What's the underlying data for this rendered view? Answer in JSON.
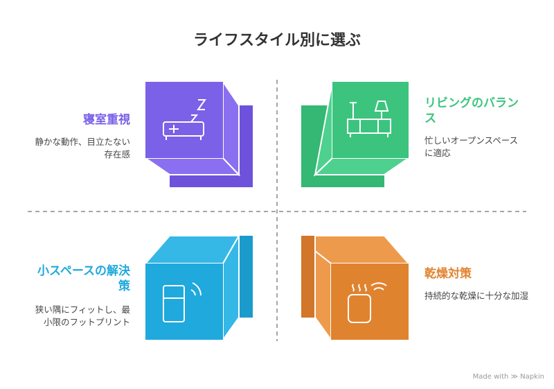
{
  "title": "ライフスタイル別に選ぶ",
  "quadrants": [
    {
      "title": "寝室重視",
      "desc": "静かな動作、目立たない存在感",
      "color": "#7b61e8",
      "icon": "bed-sleep-icon"
    },
    {
      "title": "リビングのバランス",
      "desc": "忙しいオープンスペースに適応",
      "color": "#3cc47f",
      "icon": "living-room-icon"
    },
    {
      "title": "小スペースの解決策",
      "desc": "狭い隅にフィットし、最小限のフットプリント",
      "color": "#1fa9dc",
      "icon": "compact-appliance-icon"
    },
    {
      "title": "乾燥対策",
      "desc": "持続的な乾燥に十分な加湿",
      "color": "#e0832f",
      "icon": "humidifier-icon"
    }
  ],
  "footer": "Made with ≫ Napkin"
}
